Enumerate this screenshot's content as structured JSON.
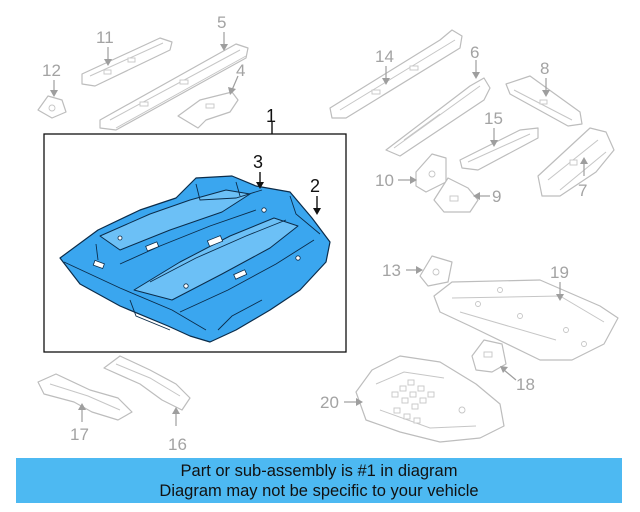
{
  "highlighted_part": {
    "callout": "1",
    "sub_callouts": [
      "3",
      "2"
    ]
  },
  "callouts": [
    "11",
    "5",
    "12",
    "4",
    "14",
    "6",
    "8",
    "15",
    "10",
    "9",
    "7",
    "13",
    "19",
    "18",
    "20",
    "17",
    "16"
  ],
  "banner": {
    "line1": "Part or sub-assembly is #1 in diagram",
    "line2": "Diagram may not be specific to your vehicle"
  },
  "colors": {
    "highlight_fill": "#3aa6ef",
    "highlight_outline": "#0b2c4a",
    "ghost_parts": "#bdbdbd",
    "callout_grey": "#a3a3a3",
    "banner_background": "#4db9f2"
  }
}
